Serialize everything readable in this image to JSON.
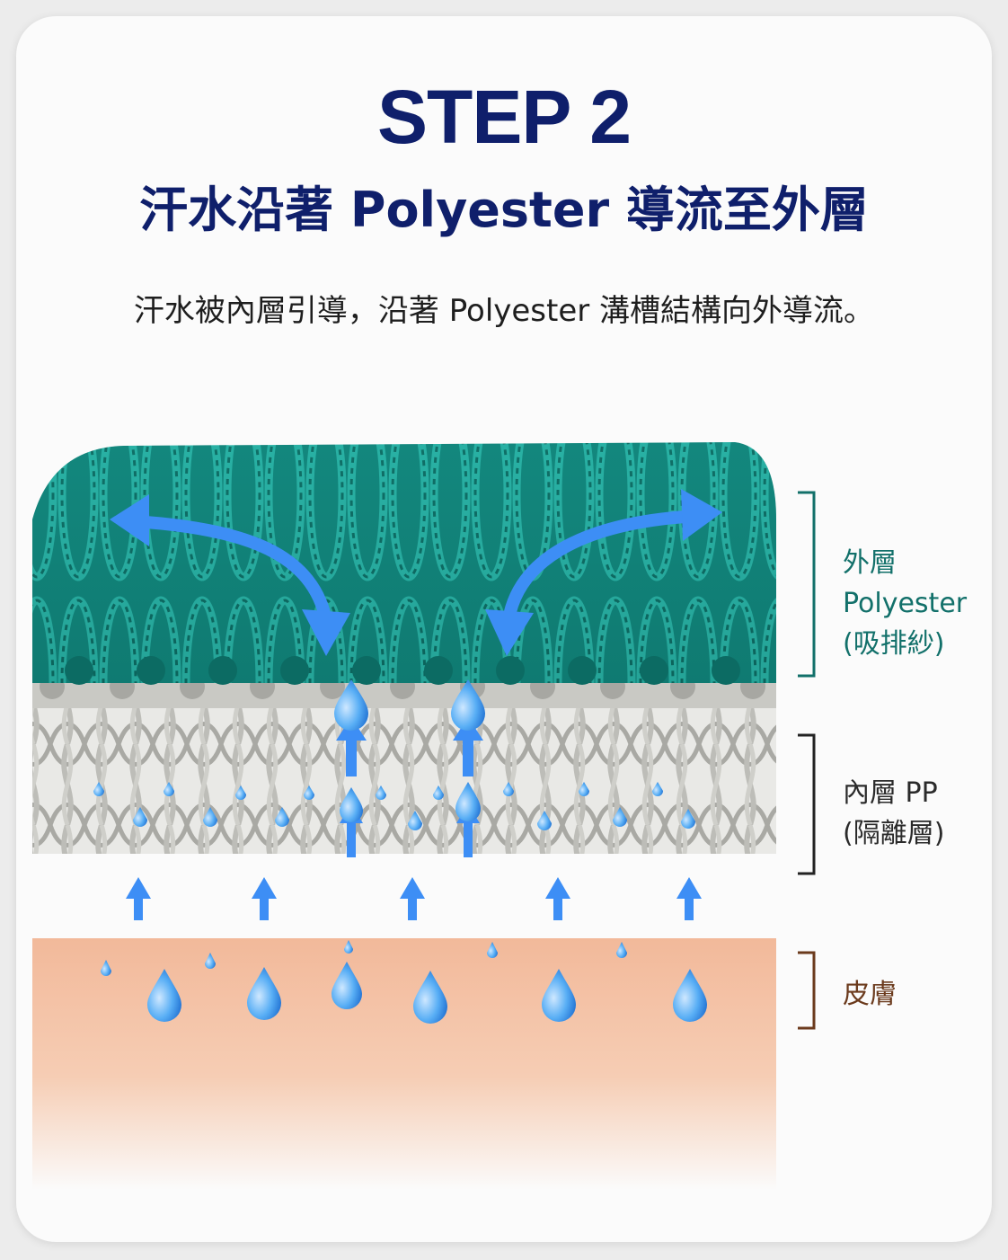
{
  "header": {
    "step": "STEP 2",
    "headline": "汗水沿著 Polyester 導流至外層",
    "subtitle": "汗水被內層引導，沿著 Polyester 溝槽結構向外導流。"
  },
  "layers": {
    "outer": {
      "line1": "外層",
      "line2": "Polyester",
      "line3": "(吸排紗)",
      "color": "#12706a"
    },
    "inner": {
      "line1": "內層 PP",
      "line2": "(隔離層)",
      "color": "#2a2a2a"
    },
    "skin": {
      "line1": "皮膚",
      "color": "#6b3a1c"
    }
  },
  "colors": {
    "title": "#0f1f6b",
    "fabric_outer": "#13857b",
    "fabric_inner": "#d9d9d6",
    "skin": "#f4c3a4",
    "arrow": "#3d8ef5",
    "droplet": "#3f9cf0"
  },
  "icons": [
    "curved-double-arrow-icon",
    "up-arrow-icon",
    "water-droplet-icon"
  ]
}
